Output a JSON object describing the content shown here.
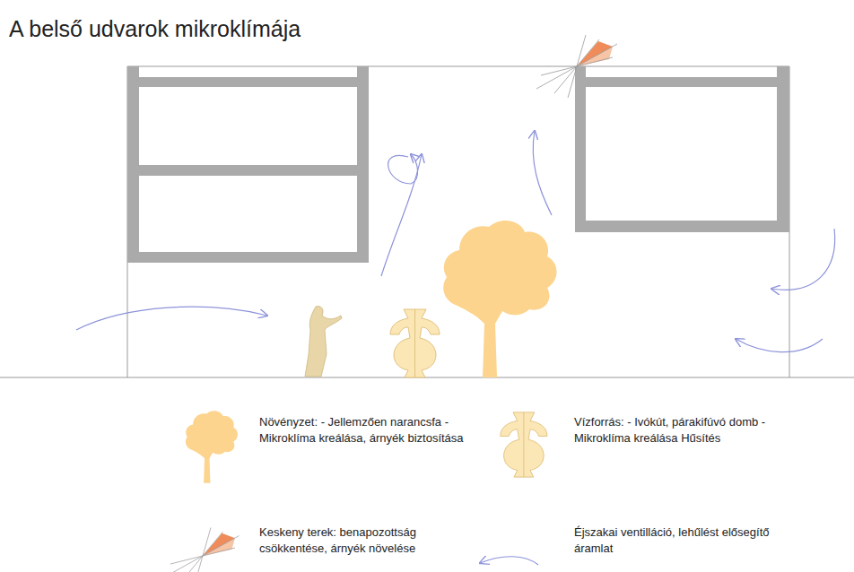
{
  "diagram": {
    "title": "A belső udvarok mikroklímája",
    "legend": [
      {
        "text": "Növényzet: - Jellemzően narancsfa -Mikroklíma kreálása, árnyék biztosítása"
      },
      {
        "text": "Vízforrás: - Ivókút, párakifúvó domb - Mikroklíma kreálása Hűsítés"
      },
      {
        "text": "Keskeny terek: benapozottság csökkentése, árnyék növelése"
      },
      {
        "text": "Éjszakai ventilláció, lehűlést elősegítő áramlat"
      }
    ]
  }
}
